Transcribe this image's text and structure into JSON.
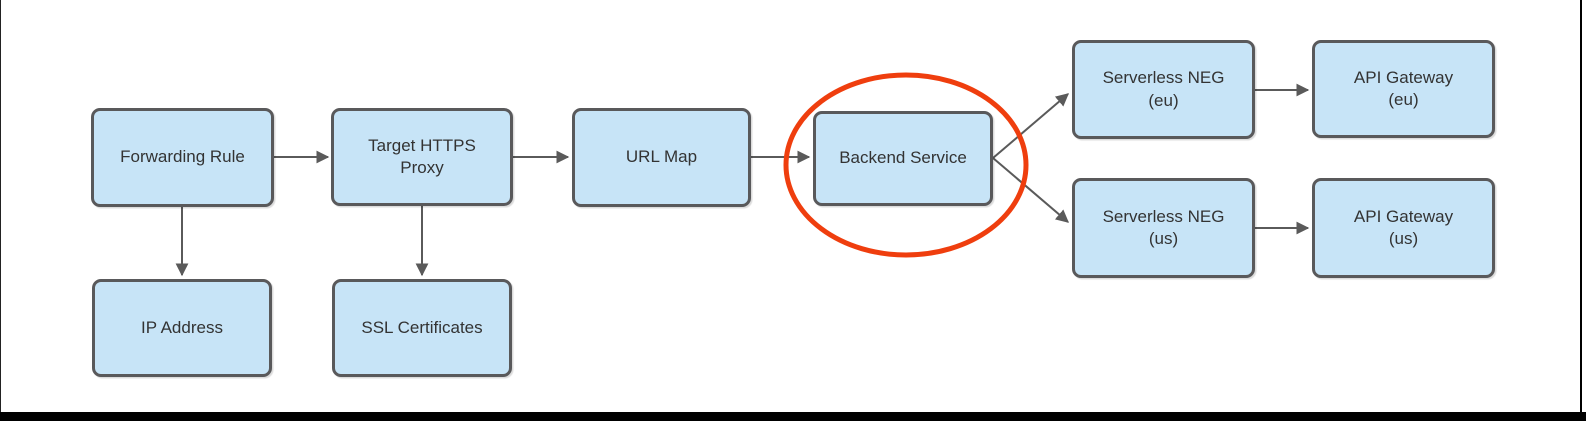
{
  "diagram": {
    "nodes": {
      "forwarding_rule": {
        "label": "Forwarding Rule"
      },
      "target_https_proxy": {
        "label": "Target HTTPS\nProxy"
      },
      "url_map": {
        "label": "URL Map"
      },
      "backend_service": {
        "label": "Backend Service"
      },
      "serverless_neg_eu": {
        "label": "Serverless NEG\n(eu)"
      },
      "api_gateway_eu": {
        "label": "API Gateway\n(eu)"
      },
      "serverless_neg_us": {
        "label": "Serverless NEG\n(us)"
      },
      "api_gateway_us": {
        "label": "API Gateway\n(us)"
      },
      "ip_address": {
        "label": "IP Address"
      },
      "ssl_certificates": {
        "label": "SSL Certificates"
      }
    },
    "edges": [
      {
        "from": "forwarding_rule",
        "to": "target_https_proxy"
      },
      {
        "from": "target_https_proxy",
        "to": "url_map"
      },
      {
        "from": "url_map",
        "to": "backend_service"
      },
      {
        "from": "backend_service",
        "to": "serverless_neg_eu"
      },
      {
        "from": "backend_service",
        "to": "serverless_neg_us"
      },
      {
        "from": "serverless_neg_eu",
        "to": "api_gateway_eu"
      },
      {
        "from": "serverless_neg_us",
        "to": "api_gateway_us"
      },
      {
        "from": "forwarding_rule",
        "to": "ip_address"
      },
      {
        "from": "target_https_proxy",
        "to": "ssl_certificates"
      }
    ],
    "annotation": {
      "type": "ellipse-highlight",
      "around": "backend_service",
      "color": "#ef3e0e"
    },
    "colors": {
      "node_fill": "#c7e4f7",
      "node_border": "#59595b",
      "node_text": "#333333",
      "arrow": "#5a5a5a",
      "highlight": "#ef3e0e",
      "frame": "#000000",
      "background": "#ffffff"
    }
  }
}
